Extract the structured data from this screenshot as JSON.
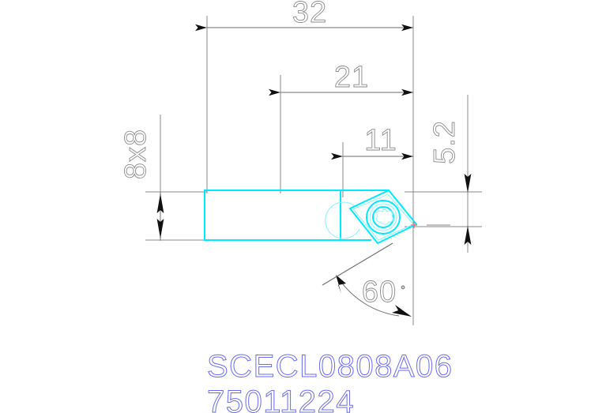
{
  "drawing": {
    "background_color": "#ffffff",
    "dimension_color": "#8a8a8a",
    "geometry_color": "#00eaff",
    "label_color": "#6a6af0",
    "center_mark_color": "#ff6666"
  },
  "dimensions": {
    "overall_length": "32",
    "shank_to_tip": "21",
    "insert_offset": "11",
    "shank_section": "8x8",
    "cutting_edge_height": "5.2",
    "lead_angle": "60",
    "degree_symbol": "°"
  },
  "labels": {
    "part_number": "SCECL0808A06",
    "item_code": "75011224"
  },
  "icons": {
    "arrow": "dimension-arrow",
    "insert": "rhombic-insert",
    "screw": "torx-screw"
  }
}
